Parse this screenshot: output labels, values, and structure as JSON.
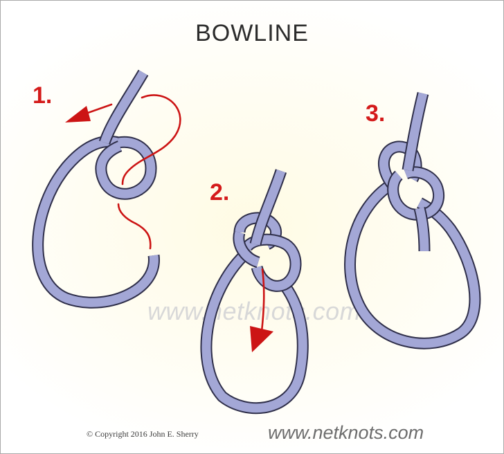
{
  "title": "BOWLINE",
  "steps": {
    "step1": "1.",
    "step2": "2.",
    "step3": "3."
  },
  "watermark": "www.netknots.com",
  "footer": {
    "copyright": "© Copyright  2016  John E. Sherry",
    "site": "www.netknots.com"
  },
  "colors": {
    "rope_fill": "#a3a7d6",
    "rope_outline": "#2f2f4a",
    "arrow": "#cc1414",
    "step_number": "#d41a1a"
  }
}
